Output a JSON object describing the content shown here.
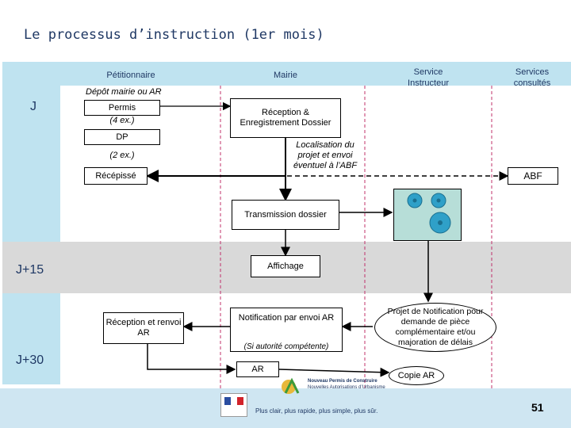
{
  "title": "Le processus d’instruction (1er mois)",
  "headers": {
    "petitionnaire": "Pétitionnaire",
    "mairie": "Mairie",
    "service_instructeur": "Service\nInstructeur",
    "services_consultes": "Services\nconsultés"
  },
  "timeline": {
    "j": "J",
    "j15": "J+15",
    "j30": "J+30"
  },
  "petitionnaire_items": {
    "depot": "Dépôt mairie ou AR",
    "permis": "Permis",
    "permis_count": "(4 ex.)",
    "dp": "DP",
    "dp_count": "(2 ex.)",
    "recepisse": "Récépissé",
    "reception_envoi": "Réception et renvoi AR"
  },
  "mairie_items": {
    "reception": "Réception & Enregistrement Dossier",
    "localisation": "Localisation du projet et envoi éventuel à l’ABF",
    "transmission": "Transmission dossier",
    "affichage": "Affichage",
    "notification": "Notification par envoi AR",
    "si_autorite": "(Si autorité compétente)",
    "ar": "AR"
  },
  "instructeur_items": {
    "projet_notification": "Projet de Notification pour demande de pièce complémentaire et/ou majoration de délais",
    "copie_ar": "Copie AR"
  },
  "consultes_items": {
    "abf": "ABF"
  },
  "footer": {
    "logo_line1": "Nouveau Permis de Construire",
    "logo_line2": "Nouvelles Autorisations d’Urbanisme",
    "slogan": "Plus clair, plus rapide, plus simple, plus sûr.",
    "page_number": "51"
  },
  "icons": [
    "gear-icon",
    "republique-francaise-logo",
    "permis-logo"
  ]
}
